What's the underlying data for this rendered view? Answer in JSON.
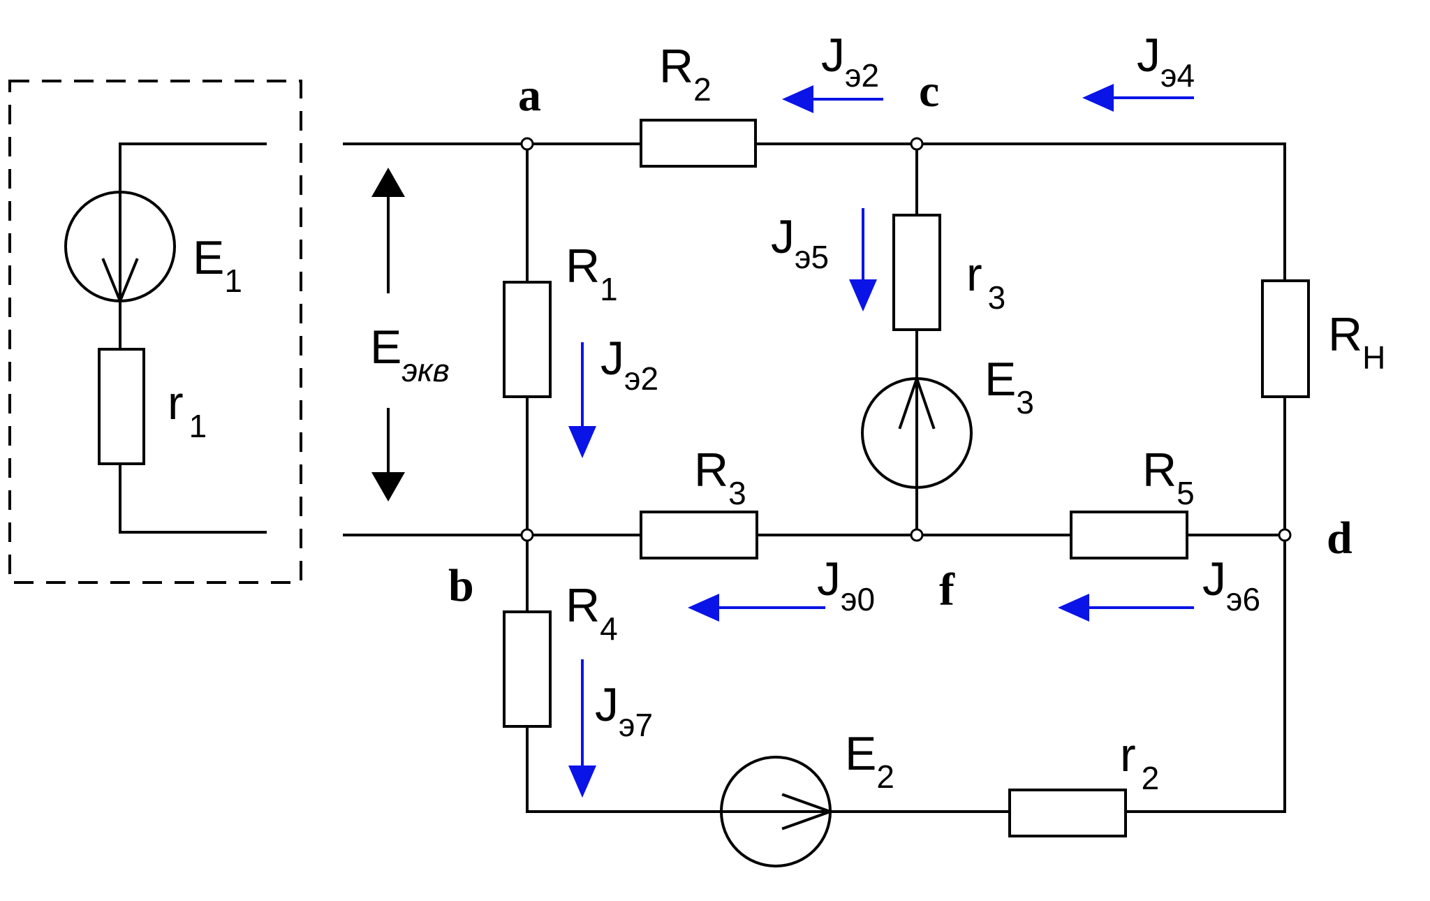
{
  "nodes": {
    "a": "a",
    "b": "b",
    "c": "c",
    "d": "d",
    "f": "f"
  },
  "components": {
    "E1": {
      "main": "E",
      "sub": "1"
    },
    "r1": {
      "main": "r",
      "sub": "1"
    },
    "R1": {
      "main": "R",
      "sub": "1"
    },
    "R2": {
      "main": "R",
      "sub": "2"
    },
    "R3": {
      "main": "R",
      "sub": "3"
    },
    "r3": {
      "main": "r",
      "sub": "3"
    },
    "E3": {
      "main": "E",
      "sub": "3"
    },
    "RH": {
      "main": "R",
      "sub": "Н"
    },
    "R5": {
      "main": "R",
      "sub": "5"
    },
    "R4": {
      "main": "R",
      "sub": "4"
    },
    "E2": {
      "main": "E",
      "sub": "2"
    },
    "r2": {
      "main": "r",
      "sub": "2"
    },
    "Eekv": {
      "main": "E",
      "sub": "экв"
    }
  },
  "currents": {
    "J2_top": {
      "main": "J",
      "sub": "э2"
    },
    "J4": {
      "main": "J",
      "sub": "э4"
    },
    "J5": {
      "main": "J",
      "sub": "э5"
    },
    "J2_left": {
      "main": "J",
      "sub": "э2"
    },
    "J0": {
      "main": "J",
      "sub": "э0"
    },
    "J6": {
      "main": "J",
      "sub": "э6"
    },
    "J7": {
      "main": "J",
      "sub": "э7"
    }
  },
  "colors": {
    "wire": "#000000",
    "current_arrow": "#0a14e6"
  }
}
